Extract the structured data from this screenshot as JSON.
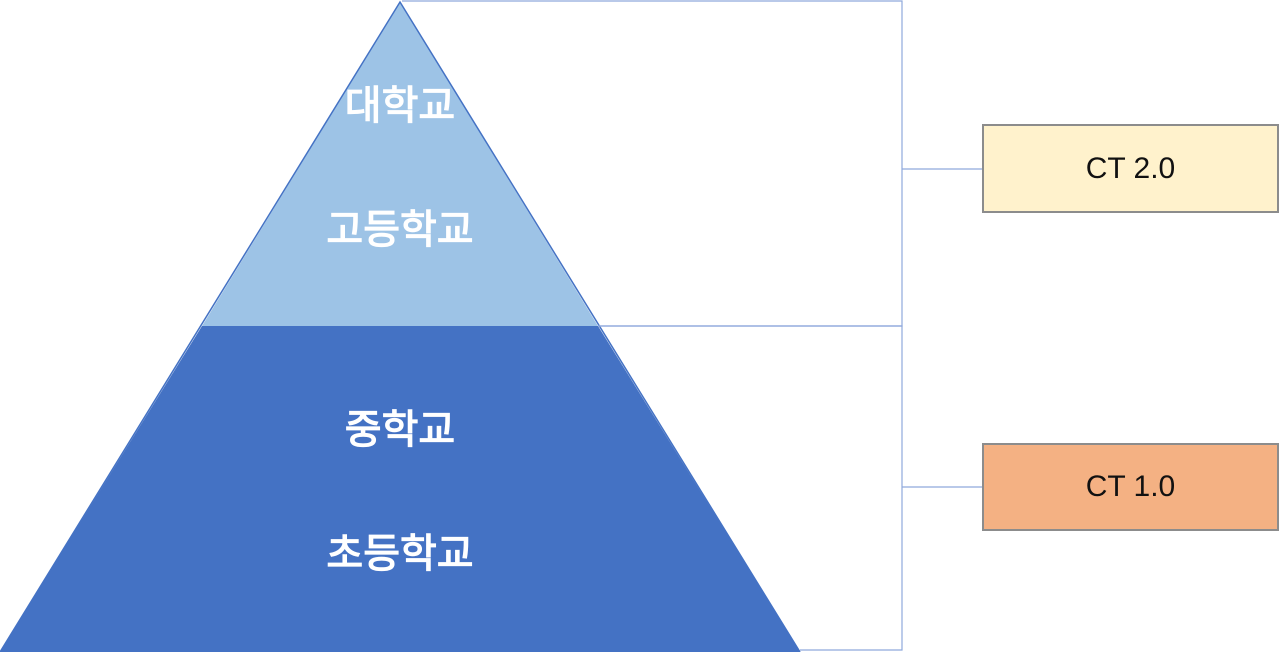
{
  "pyramid": {
    "upper_levels": [
      "대학교",
      "고등학교"
    ],
    "lower_levels": [
      "중학교",
      "초등학교"
    ]
  },
  "groups": [
    {
      "label": "CT 2.0",
      "covers": [
        "대학교",
        "고등학교"
      ]
    },
    {
      "label": "CT 1.0",
      "covers": [
        "중학교",
        "초등학교"
      ]
    }
  ],
  "colors": {
    "upper_fill": "#9dc3e6",
    "lower_fill": "#4472c4",
    "outline": "#4472c4",
    "ct2_fill": "#fff2cc",
    "ct1_fill": "#f4b183",
    "bracket": "#8fa9dc"
  }
}
